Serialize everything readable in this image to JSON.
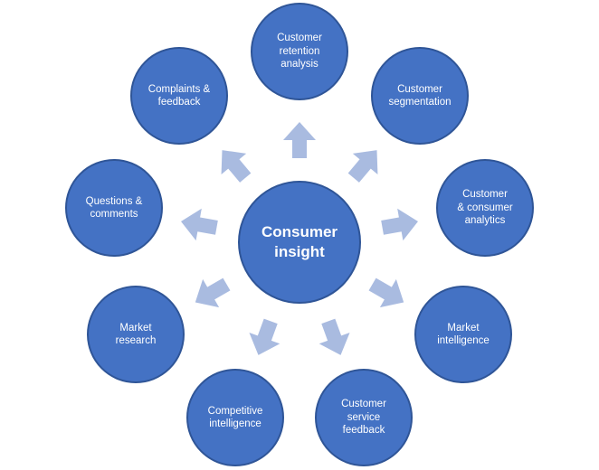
{
  "center": {
    "label": "Consumer\ninsight"
  },
  "nodes": [
    {
      "id": "customer-retention-analysis",
      "label": "Customer\nretention\nanalysis"
    },
    {
      "id": "customer-segmentation",
      "label": "Customer\nsegmentation"
    },
    {
      "id": "customer-consumer-analytics",
      "label": "Customer\n& consumer\nanalytics"
    },
    {
      "id": "market-intelligence",
      "label": "Market\nintelligence"
    },
    {
      "id": "customer-service-feedback",
      "label": "Customer\nservice\nfeedback"
    },
    {
      "id": "competitive-intelligence",
      "label": "Competitive\nintelligence"
    },
    {
      "id": "market-research",
      "label": "Market\nresearch"
    },
    {
      "id": "questions-comments",
      "label": "Questions &\ncomments"
    },
    {
      "id": "complaints-feedback",
      "label": "Complaints &\nfeedback"
    }
  ],
  "colors": {
    "circle_fill": "#4472c4",
    "circle_border": "#2f5597",
    "arrow_fill": "#a9bbe0",
    "text": "#ffffff"
  }
}
